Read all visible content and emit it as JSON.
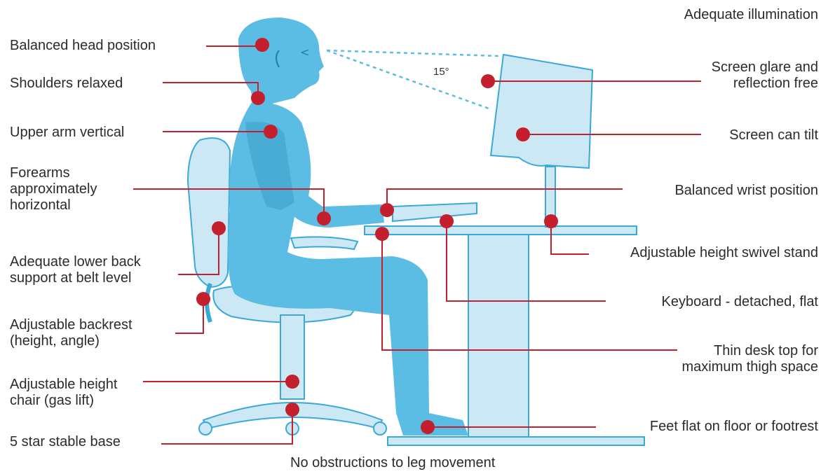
{
  "colors": {
    "body": "#5bbde3",
    "body_dark": "#3a9fcb",
    "furniture": "#cce8f5",
    "outline": "#3aa9d8",
    "marker": "#c41f2c",
    "line": "#c41f2c",
    "text": "#2b2b2b"
  },
  "labels": {
    "head": [
      "Balanced head position"
    ],
    "shoulders": [
      "Shoulders relaxed"
    ],
    "upper_arm": [
      "Upper arm vertical"
    ],
    "forearms": [
      "Forearms",
      "approximately",
      "horizontal"
    ],
    "lower_back": [
      "Adequate lower back",
      "support at belt level"
    ],
    "backrest": [
      "Adjustable backrest",
      "(height, angle)"
    ],
    "chair_height": [
      "Adjustable height",
      "chair (gas lift)"
    ],
    "base": [
      "5 star stable base"
    ],
    "leg_movement": [
      "No obstructions to leg movement"
    ],
    "illumination": [
      "Adequate illumination"
    ],
    "glare": [
      "Screen glare and",
      "reflection free"
    ],
    "tilt": [
      "Screen can tilt"
    ],
    "wrist": [
      "Balanced wrist position"
    ],
    "swivel": [
      "Adjustable height swivel stand"
    ],
    "keyboard": [
      "Keyboard - detached, flat"
    ],
    "desk_top": [
      "Thin desk top for",
      "maximum thigh space"
    ],
    "feet": [
      "Feet flat on floor or footrest"
    ]
  },
  "angle_label": "15°",
  "icons": {
    "marker": "red-dot-marker",
    "figure": "seated-person-figure"
  }
}
